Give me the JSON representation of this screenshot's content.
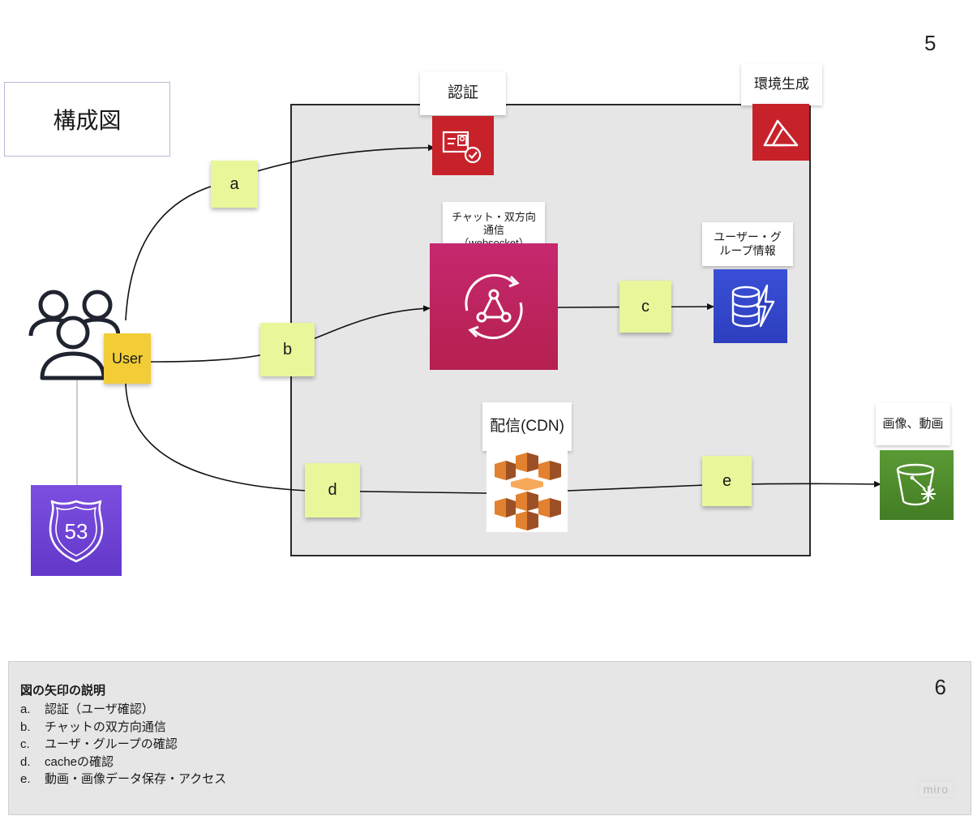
{
  "frames": {
    "top_number": "5",
    "bottom_number": "6"
  },
  "title": "構成図",
  "labels": {
    "auth": "認証",
    "env": "環境生成",
    "chat": "チャット・双方向通信（websocket）",
    "user_group": "ユーザー・グループ情報",
    "cdn": "配信(CDN)",
    "media": "画像、動画"
  },
  "stickies": {
    "a": "a",
    "b": "b",
    "c": "c",
    "d": "d",
    "e": "e",
    "user": "User"
  },
  "icons": {
    "auth": {
      "name": "cognito-icon",
      "color": "#c7222a"
    },
    "env": {
      "name": "amplify-icon",
      "color": "#c7222a"
    },
    "chat": {
      "name": "appsync-icon",
      "color": "#c1266c"
    },
    "user_group": {
      "name": "dynamodb-icon",
      "color": "#3a4fd6"
    },
    "cdn": {
      "name": "cloudfront-icon",
      "color": "#e2812f"
    },
    "media": {
      "name": "s3-glacier-icon",
      "color": "#4b8a2c"
    },
    "dns": {
      "name": "route53-icon",
      "badge": "53",
      "color": "#7044d4"
    },
    "users": {
      "name": "users-group-icon"
    }
  },
  "legend": {
    "title": "図の矢印の説明",
    "items": [
      {
        "key": "a.",
        "text": "認証（ユーザ確認）"
      },
      {
        "key": "b.",
        "text": "チャットの双方向通信"
      },
      {
        "key": "c.",
        "text": "ユーザ・グループの確認"
      },
      {
        "key": "d.",
        "text": "cacheの確認"
      },
      {
        "key": "e.",
        "text": "動画・画像データ保存・アクセス"
      }
    ]
  },
  "watermark": "miro"
}
